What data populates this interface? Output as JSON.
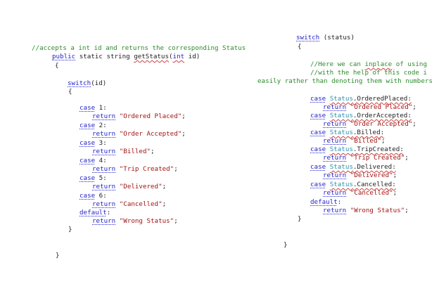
{
  "left_block": {
    "comment": "//accepts a int id and returns the corresponding Status",
    "signature": {
      "kw_public": "public",
      "rest1": " static string ",
      "method": "getStatus",
      "paren_open": "(",
      "kw_int": "int",
      "rest2": " id)"
    },
    "open_brace": "{",
    "switch": {
      "kw": "switch",
      "rest": "(id)"
    },
    "switch_open": "{",
    "cases": [
      {
        "kw": "case",
        "label": " 1:",
        "ret": "return",
        "value": "\"Ordered Placed\"",
        "end": ";"
      },
      {
        "kw": "case",
        "label": " 2:",
        "ret": "return",
        "value": "\"Order Accepted\"",
        "end": ";"
      },
      {
        "kw": "case",
        "label": " 3:",
        "ret": "return",
        "value": "\"Billed\"",
        "end": ";"
      },
      {
        "kw": "case",
        "label": " 4:",
        "ret": "return",
        "value": "\"Trip Created\"",
        "end": ";"
      },
      {
        "kw": "case",
        "label": " 5:",
        "ret": "return",
        "value": "\"Delivered\"",
        "end": ";"
      },
      {
        "kw": "case",
        "label": " 6:",
        "ret": "return",
        "value": "\"Cancelled\"",
        "end": ";"
      }
    ],
    "default": {
      "kw": "default",
      "colon": ":",
      "ret": "return",
      "value": "\"Wrong Status\"",
      "end": ";"
    },
    "switch_close": "}",
    "close_brace": "}"
  },
  "right_block": {
    "switch": {
      "kw": "switch",
      "rest": " (status)"
    },
    "switch_open": "{",
    "comments": [
      "//Here we can inplace of using",
      "//with the help of this code i",
      "easily rather than denoting them with numbers"
    ],
    "comment_parts": {
      "c1a": "//Here we can ",
      "c1b": "inplace",
      "c1c": " of using"
    },
    "cases": [
      {
        "kw": "case",
        "type": "Status",
        "member": ".OrderedPlaced:",
        "ret": "return",
        "value": "\"Ordered Placed\"",
        "end": ";"
      },
      {
        "kw": "case",
        "type": "Status",
        "member": ".OrderAccepted:",
        "ret": "return",
        "value": "\"Order Accepted\"",
        "end": ";"
      },
      {
        "kw": "case",
        "type": "Status",
        "member": ".Billed:",
        "ret": "return",
        "value": "\"Billed\"",
        "end": ";"
      },
      {
        "kw": "case",
        "type": "Status",
        "member": ".TripCreated:",
        "ret": "return",
        "value": "\"Trip Created\"",
        "end": ";"
      },
      {
        "kw": "case",
        "type": "Status",
        "member": ".Delivered:",
        "ret": "return",
        "value": "\"Delivered\"",
        "end": ";"
      },
      {
        "kw": "case",
        "type": "Status",
        "member": ".Cancelled:",
        "ret": "return",
        "value": "\"Cancelled\"",
        "end": ";"
      }
    ],
    "default": {
      "kw": "default",
      "colon": ":",
      "ret": "return",
      "value": "\"Wrong Status\"",
      "end": ";"
    },
    "switch_close": "}",
    "close_brace": "}"
  },
  "colors": {
    "keyword": "#2323c8",
    "string": "#a31515",
    "comment": "#2e8b2e",
    "type": "#2b91af",
    "squiggle": "#d04040"
  }
}
